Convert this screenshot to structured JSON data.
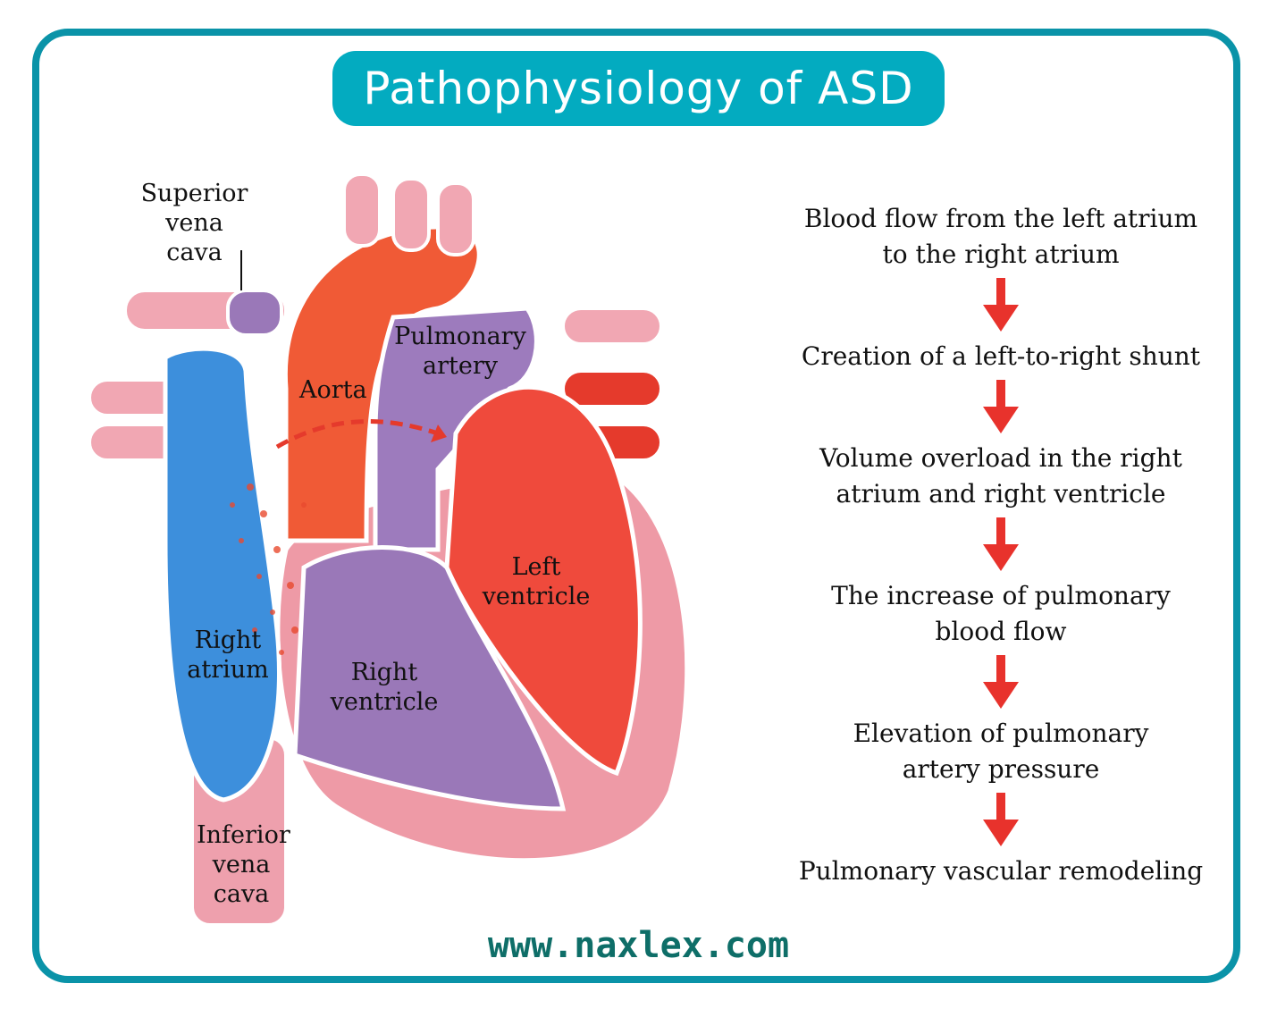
{
  "title": "Pathophysiology of ASD",
  "labels": {
    "svc": "Superior vena cava",
    "aorta": "Aorta",
    "pulmonary_artery": "Pulmonary artery",
    "left_ventricle": "Left ventricle",
    "right_atrium": "Right atrium",
    "right_ventricle": "Right ventricle",
    "ivc": "Inferior vena cava"
  },
  "flow": [
    "Blood flow from the left atrium to the right atrium",
    "Creation of a left-to-right shunt",
    "Volume overload in the right atrium and right ventricle",
    "The increase of pulmonary blood flow",
    "Elevation of pulmonary artery pressure",
    "Pulmonary vascular remodeling"
  ],
  "footer": "www.naxlex.com",
  "colors": {
    "accent": "#03abc0",
    "border": "#0a93a8",
    "arrow": "#e8322c",
    "footer": "#0e6e68"
  }
}
